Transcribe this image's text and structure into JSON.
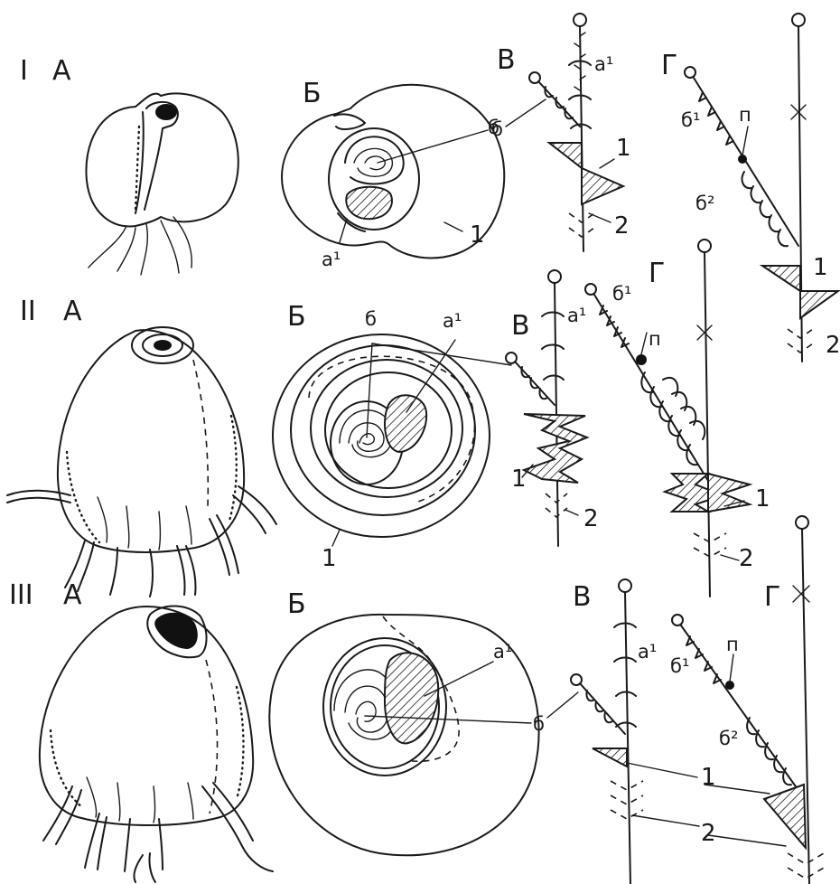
{
  "rows": {
    "I": {
      "roman": "I",
      "a": "А",
      "b": "Б",
      "v": "В",
      "g": "Г"
    },
    "II": {
      "roman": "II",
      "a": "А",
      "b": "Б",
      "v": "В",
      "g": "Г"
    },
    "III": {
      "roman": "III",
      "a": "А",
      "b": "Б",
      "v": "В",
      "g": "Г"
    }
  },
  "labels": {
    "a1": "а¹",
    "b": "б",
    "b1": "б¹",
    "b2": "б²",
    "p": "п",
    "one": "1",
    "two": "2"
  },
  "colors": {
    "ink": "#1a1a1a",
    "paper": "#ffffff"
  }
}
